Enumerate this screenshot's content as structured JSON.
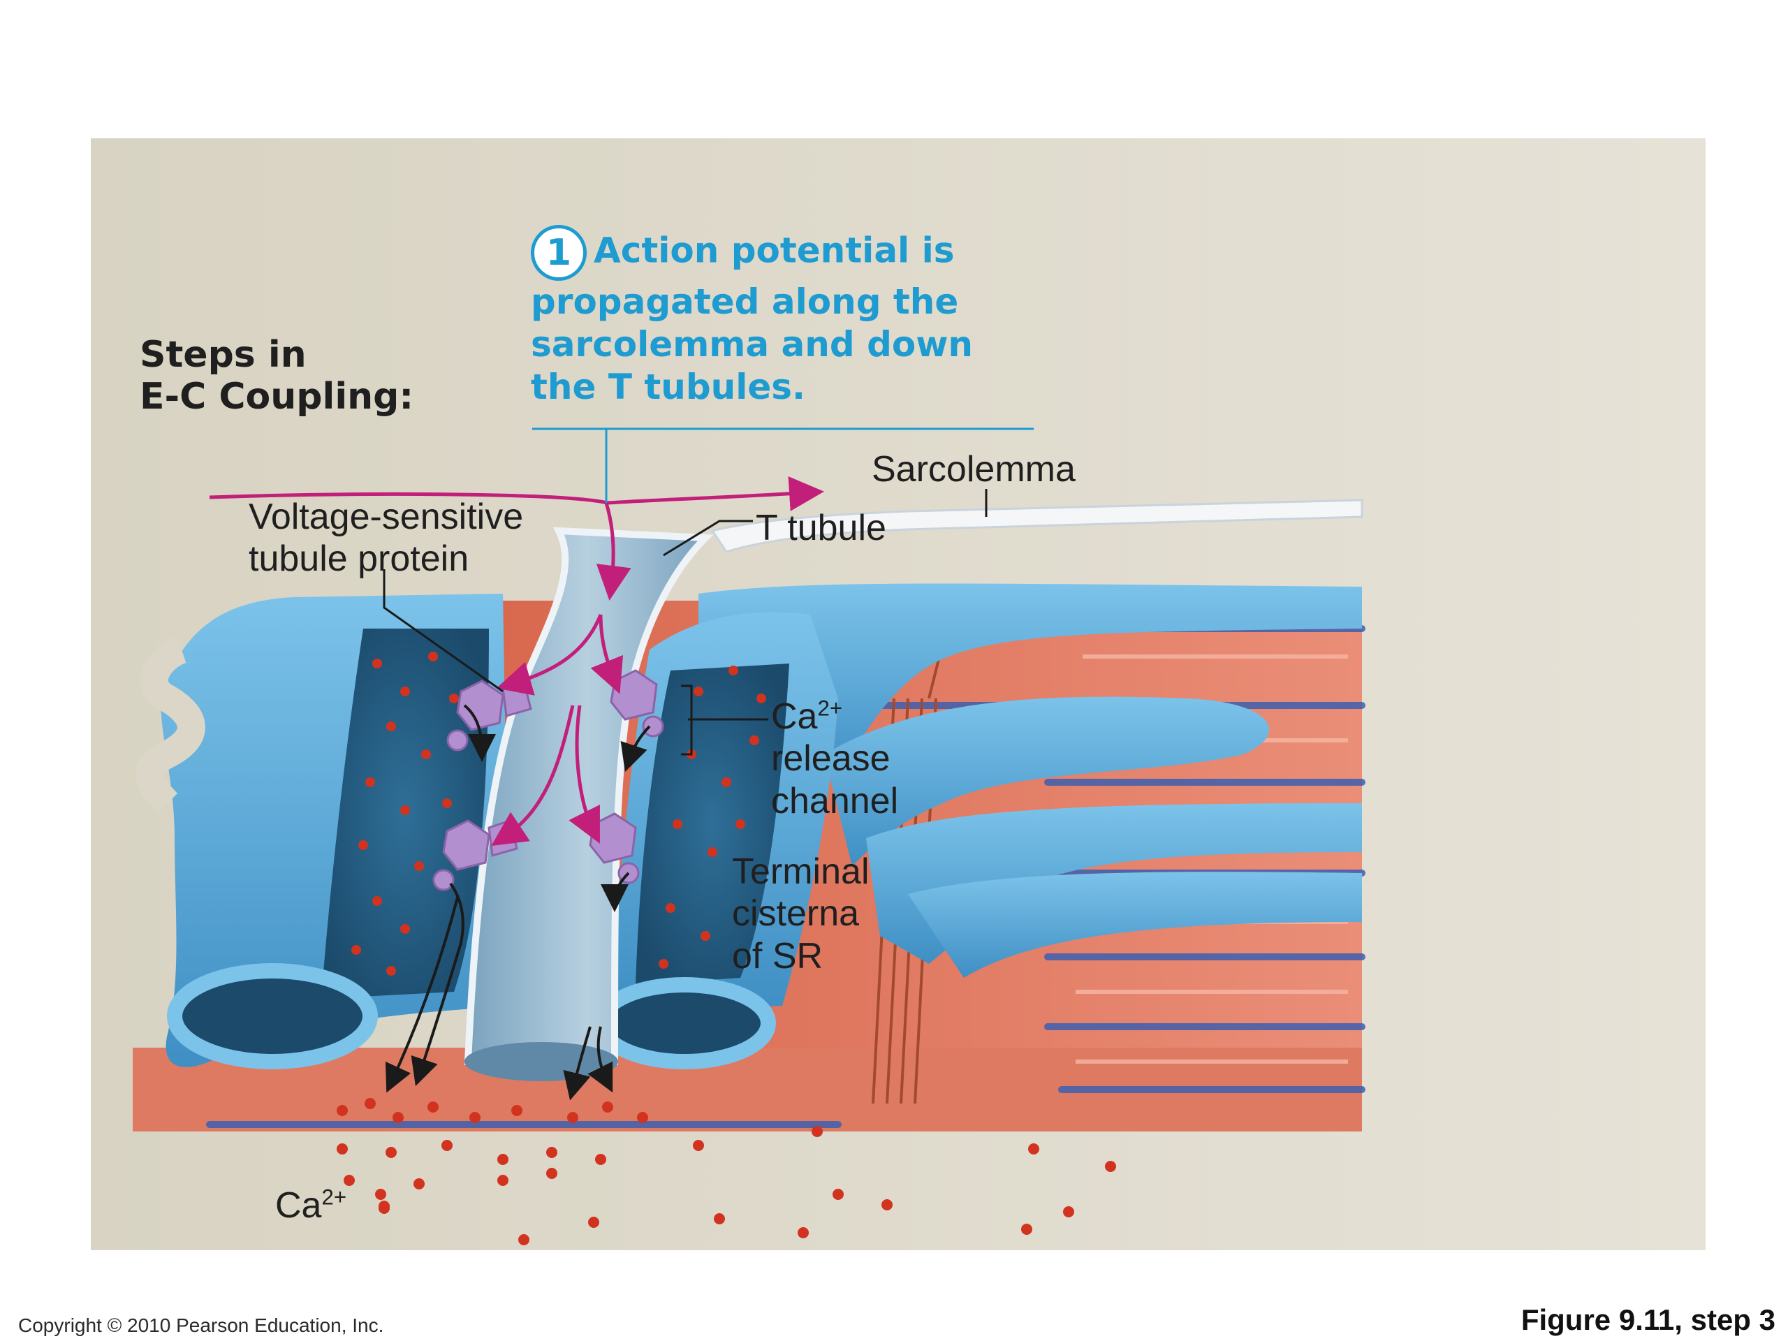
{
  "steps_heading": [
    "Steps in",
    "E-C Coupling:"
  ],
  "step": {
    "number": "1",
    "lines": [
      "Action potential is",
      "propagated along the",
      "sarcolemma and down",
      "the T tubules."
    ]
  },
  "labels": {
    "sarcolemma": "Sarcolemma",
    "t_tubule": "T tubule",
    "voltage_sensitive": [
      "Voltage-sensitive",
      "tubule protein"
    ],
    "ca_release_base": "Ca",
    "ca_release_sup": "2+",
    "ca_release_rest": [
      "release",
      "channel"
    ],
    "terminal_cisterna": [
      "Terminal",
      "cisterna",
      "of SR"
    ],
    "ca_base": "Ca",
    "ca_sup": "2+"
  },
  "footer": {
    "copyright": "Copyright © 2010 Pearson Education, Inc.",
    "figure": "Figure 9.11, step 3"
  },
  "colors": {
    "background_panel": "#dbd6c8",
    "sr_blue": "#5aa9d8",
    "t_tubule_blue": "#9bbfd6",
    "muscle_red": "#e27a62",
    "action_potential": "#c21f7a",
    "step_text": "#1e9bd0",
    "channel_purple": "#b28fcf",
    "calcium_dot": "#d2331f"
  }
}
